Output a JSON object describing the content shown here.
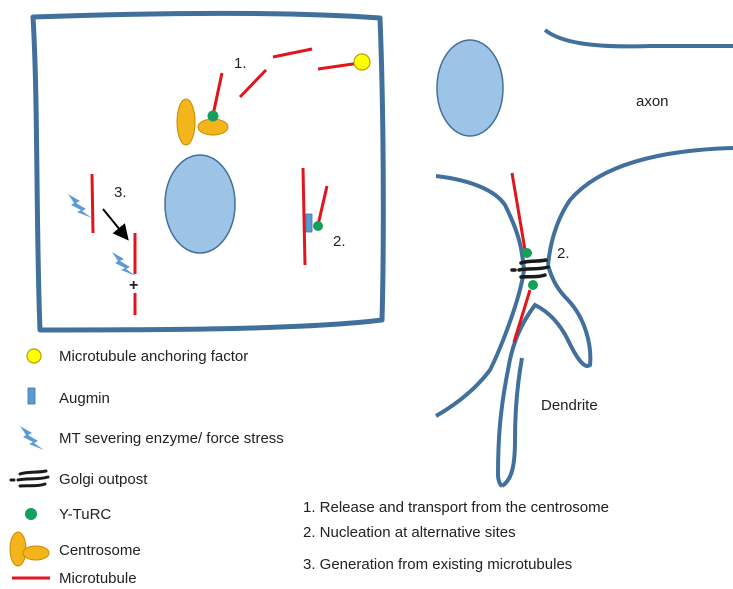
{
  "colors": {
    "membrane": "#41709c",
    "nucleus_fill": "#9dc3e6",
    "microtubule": "#e0161c",
    "gamma_turc": "#12a05a",
    "centrosome": "#f4b41b",
    "anchoring_factor": "#ffff00",
    "augmin": "#5b9bd5",
    "severing": "#5b9bd5",
    "golgi": "#1a1a1a"
  },
  "cell_labels": {
    "release": "1.",
    "augmin_site": "2.",
    "severing_site": "3.",
    "plus_end": "+"
  },
  "neuron_labels": {
    "axon": "axon",
    "dendrite": "Dendrite",
    "golgi_site": "2."
  },
  "legend": [
    {
      "icon": "anchoring-factor",
      "label": "Microtubule anchoring factor"
    },
    {
      "icon": "augmin",
      "label": "Augmin"
    },
    {
      "icon": "severing",
      "label": "MT severing enzyme/ force stress"
    },
    {
      "icon": "golgi",
      "label": "Golgi outpost"
    },
    {
      "icon": "gamma-turc",
      "label": "Y-TuRC"
    },
    {
      "icon": "centrosome",
      "label": "Centrosome"
    },
    {
      "icon": "microtubule",
      "label": "Microtubule"
    }
  ],
  "mechanisms": [
    "1. Release and transport from the centrosome",
    "2. Nucleation at alternative sites",
    "3. Generation from existing microtubules"
  ]
}
